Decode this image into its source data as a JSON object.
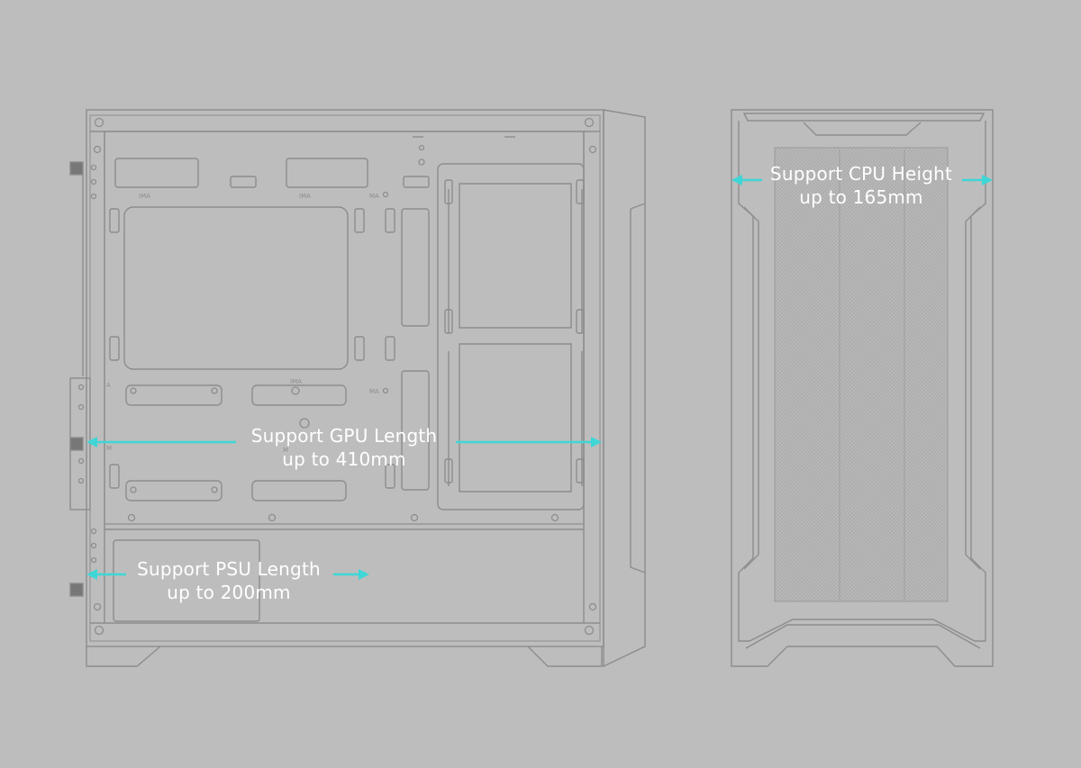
{
  "accent_color": "#3fd6d6",
  "line_color": "#8d8d8d",
  "background_color": "#bdbdbd",
  "gpu": {
    "line1": "Support GPU Length",
    "line2": "up to 410mm"
  },
  "psu": {
    "line1": "Support PSU Length",
    "line2": "up to 200mm"
  },
  "cpu": {
    "line1": "Support CPU Height",
    "line2": "up to 165mm"
  },
  "panel_marks": {
    "a": "IMA",
    "b": "IMA",
    "c": "MA",
    "d": "IMA",
    "e": "MA",
    "f": "M",
    "g": "M",
    "h": "A"
  }
}
